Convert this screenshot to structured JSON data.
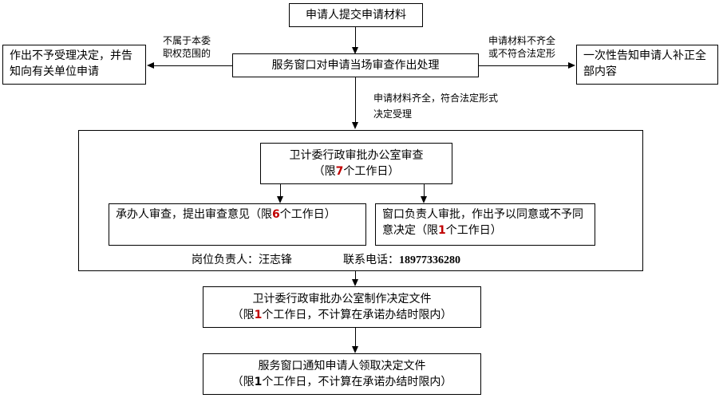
{
  "nodes": {
    "submit": "申请人提交申请材料",
    "review": "服务窗口对申请当场审查作出处理",
    "reject": "作出不予受理决定，并告知向有关单位申请",
    "inform_all": "一次性告知申请人补正全部内容",
    "office_review_line1": "卫计委行政审批办公室审查",
    "office_review_prefix": "（限",
    "office_review_days": "7",
    "office_review_suffix": "个工作日）",
    "handler_prefix": "承办人审查，提出审查意见（限",
    "handler_days": "6",
    "handler_suffix": "个工作日）",
    "approve_text": "窗口负责人审批，作出予以同意或不予同意决定（限",
    "approve_days": "1",
    "approve_suffix": "个工作日）",
    "make_doc_line1": "卫计委行政审批办公室制作决定文件",
    "make_doc_prefix": "（限",
    "make_doc_days": "1",
    "make_doc_suffix": "个工作日，不计算在承诺办结时限内）",
    "notify_line1": "服务窗口通知申请人领取决定文件",
    "notify_prefix": "（限",
    "notify_days": "1",
    "notify_suffix": "个工作日，不计算在承诺办结时限内）"
  },
  "labels": {
    "out_of_scope_1": "不属于本委",
    "out_of_scope_2": "职权范围的",
    "incomplete_1": "申请材料不齐全",
    "incomplete_2": "或不符合法定形",
    "complete_1": "申请材料齐全，符合法定形式",
    "complete_2": "决定受理"
  },
  "contact": {
    "position_label": "岗位负责人：汪志锋",
    "phone_label": "联系电话：",
    "phone": "18977336280"
  }
}
